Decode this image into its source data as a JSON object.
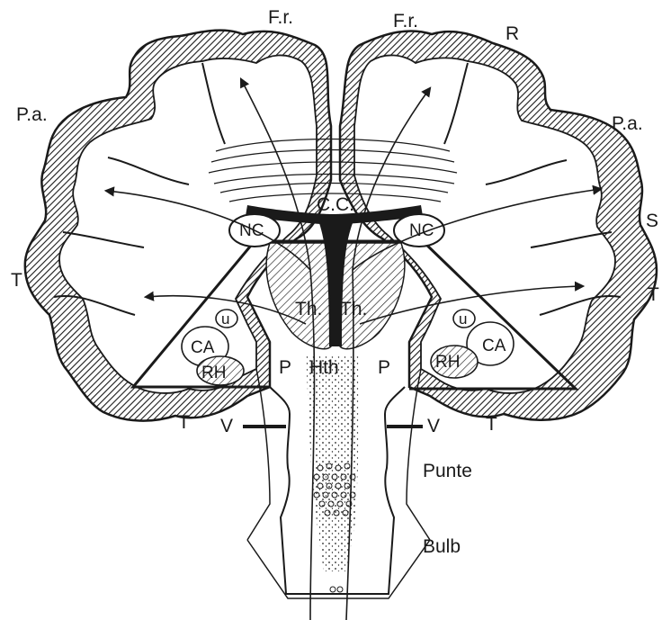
{
  "labels": {
    "fr_left": "F.r.",
    "fr_right": "F.r.",
    "r": "R",
    "pa_left": "P.a.",
    "pa_right": "P.a.",
    "cc": "C.C.",
    "nc_left": "NC",
    "nc_right": "NC",
    "s": "S",
    "t_left": "T",
    "t_right": "T",
    "th_left": "Th.",
    "th_right": "Th.",
    "u_left": "u",
    "u_right": "u",
    "ca_left": "CA",
    "ca_right": "CA",
    "rh_left": "RH",
    "rh_right": "RH",
    "p_left": "P",
    "hth": "Hth",
    "p_right": "P",
    "t_low_left": "T",
    "t_low_right": "T",
    "v_left": "V",
    "v_right": "V",
    "punte": "Punte",
    "bulb": "Bulb"
  },
  "colors": {
    "ink": "#1a1a1a",
    "paper": "#ffffff"
  }
}
